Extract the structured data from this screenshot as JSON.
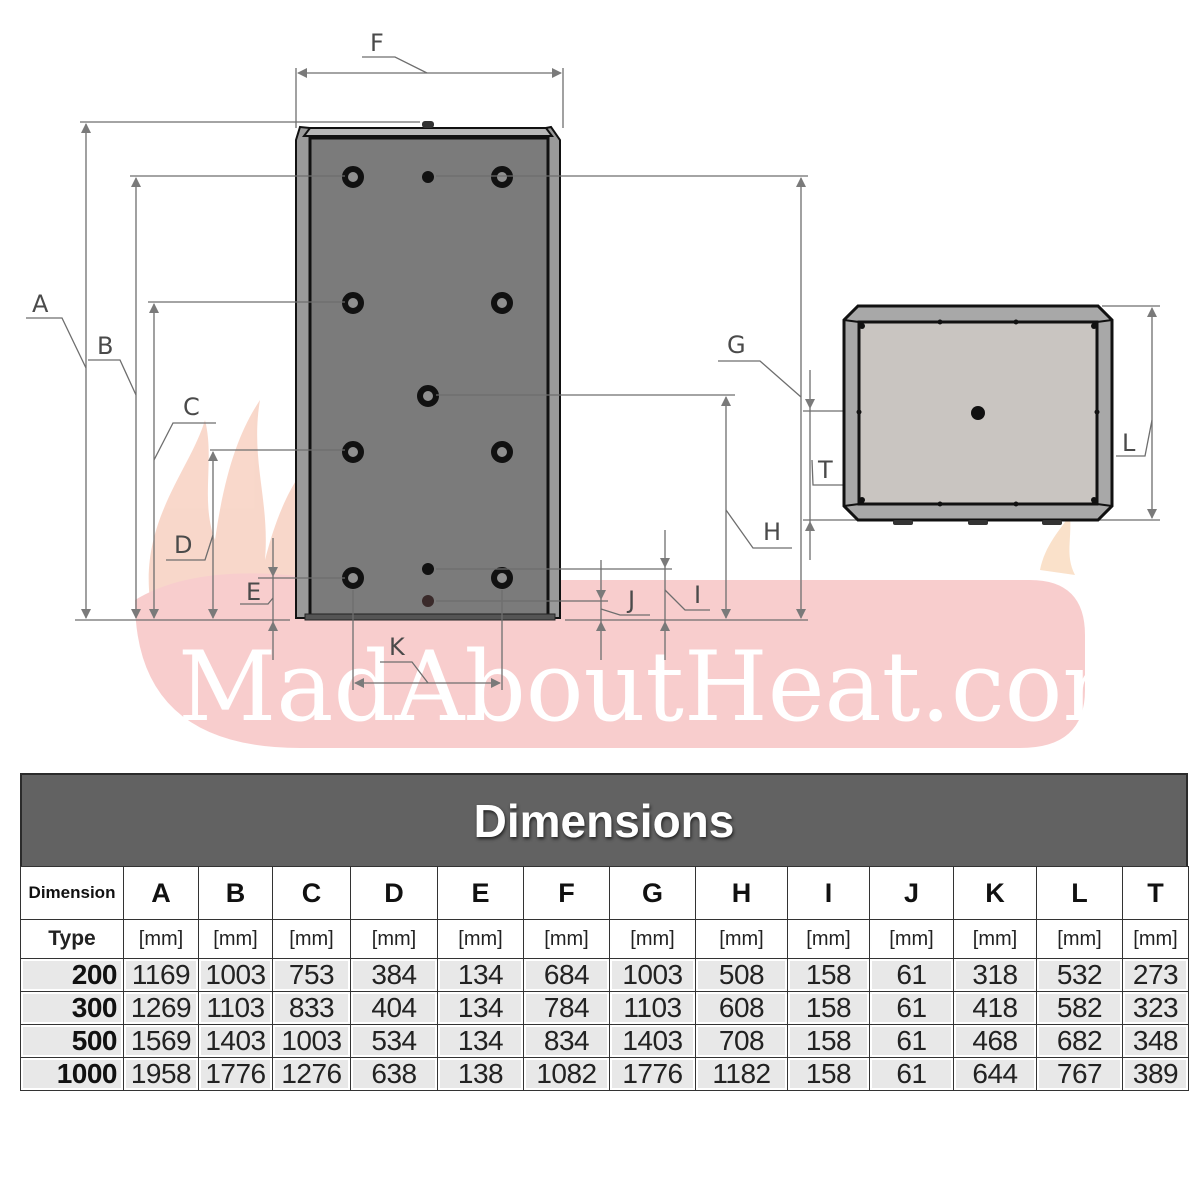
{
  "watermark": {
    "text": "MadAboutHeat.com",
    "color": "#f6b6b4"
  },
  "diagram": {
    "labels": {
      "A": "A",
      "B": "B",
      "C": "C",
      "D": "D",
      "E": "E",
      "F": "F",
      "G": "G",
      "H": "H",
      "I": "I",
      "J": "J",
      "K": "K",
      "L": "L",
      "T": "T"
    },
    "colors": {
      "front_panel": "#7d7d7d",
      "side_strip": "#a9a9a9",
      "top_panel": "#c8c4c0",
      "outline": "#1a1a1a",
      "dimension_line": "#6e6e6e"
    }
  },
  "table": {
    "title": "Dimensions",
    "header_bg": "#626262",
    "row_header_label": "Dimension",
    "unit_row_label": "Type",
    "columns": [
      {
        "key": "A",
        "unit": "[mm]"
      },
      {
        "key": "B",
        "unit": "[mm]"
      },
      {
        "key": "C",
        "unit": "[mm]"
      },
      {
        "key": "D",
        "unit": "[mm]"
      },
      {
        "key": "E",
        "unit": "[mm]"
      },
      {
        "key": "F",
        "unit": "[mm]"
      },
      {
        "key": "G",
        "unit": "[mm]"
      },
      {
        "key": "H",
        "unit": "[mm]"
      },
      {
        "key": "I",
        "unit": "[mm]"
      },
      {
        "key": "J",
        "unit": "[mm]"
      },
      {
        "key": "K",
        "unit": "[mm]"
      },
      {
        "key": "L",
        "unit": "[mm]"
      },
      {
        "key": "T",
        "unit": "[mm]"
      }
    ],
    "rows": [
      {
        "type": "200",
        "values": [
          "1169",
          "1003",
          "753",
          "384",
          "134",
          "684",
          "1003",
          "508",
          "158",
          "61",
          "318",
          "532",
          "273"
        ]
      },
      {
        "type": "300",
        "values": [
          "1269",
          "1103",
          "833",
          "404",
          "134",
          "784",
          "1103",
          "608",
          "158",
          "61",
          "418",
          "582",
          "323"
        ]
      },
      {
        "type": "500",
        "values": [
          "1569",
          "1403",
          "1003",
          "534",
          "134",
          "834",
          "1403",
          "708",
          "158",
          "61",
          "468",
          "682",
          "348"
        ]
      },
      {
        "type": "1000",
        "values": [
          "1958",
          "1776",
          "1276",
          "638",
          "138",
          "1082",
          "1776",
          "1182",
          "158",
          "61",
          "644",
          "767",
          "389"
        ]
      }
    ]
  }
}
